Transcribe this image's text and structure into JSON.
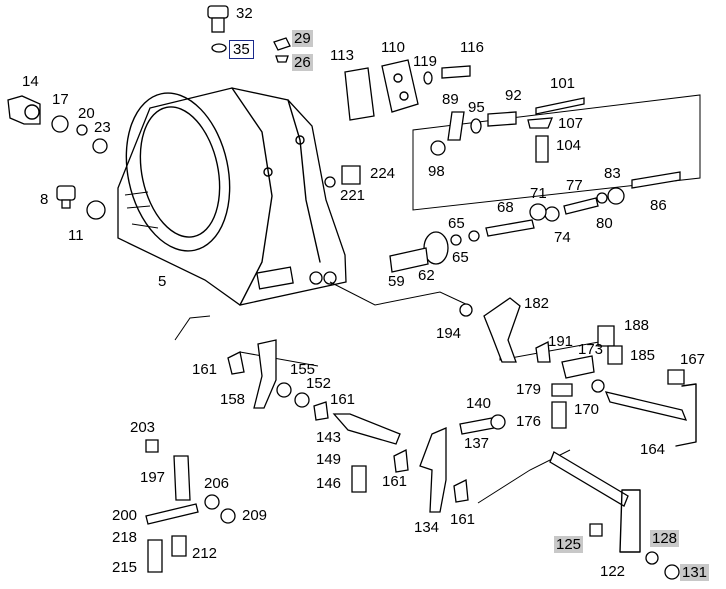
{
  "labels": [
    {
      "id": "32",
      "text": "32"
    },
    {
      "id": "35",
      "text": "35"
    },
    {
      "id": "29",
      "text": "29"
    },
    {
      "id": "26",
      "text": "26"
    },
    {
      "id": "113",
      "text": "113"
    },
    {
      "id": "110",
      "text": "110"
    },
    {
      "id": "116",
      "text": "116"
    },
    {
      "id": "119",
      "text": "119"
    },
    {
      "id": "14",
      "text": "14"
    },
    {
      "id": "17",
      "text": "17"
    },
    {
      "id": "20",
      "text": "20"
    },
    {
      "id": "23",
      "text": "23"
    },
    {
      "id": "101",
      "text": "101"
    },
    {
      "id": "89",
      "text": "89"
    },
    {
      "id": "95",
      "text": "95"
    },
    {
      "id": "92",
      "text": "92"
    },
    {
      "id": "107",
      "text": "107"
    },
    {
      "id": "104",
      "text": "104"
    },
    {
      "id": "98",
      "text": "98"
    },
    {
      "id": "224",
      "text": "224"
    },
    {
      "id": "221",
      "text": "221"
    },
    {
      "id": "8",
      "text": "8"
    },
    {
      "id": "11",
      "text": "11"
    },
    {
      "id": "83",
      "text": "83"
    },
    {
      "id": "77",
      "text": "77"
    },
    {
      "id": "71",
      "text": "71"
    },
    {
      "id": "68",
      "text": "68"
    },
    {
      "id": "86",
      "text": "86"
    },
    {
      "id": "80",
      "text": "80"
    },
    {
      "id": "74",
      "text": "74"
    },
    {
      "id": "65a",
      "text": "65"
    },
    {
      "id": "65b",
      "text": "65"
    },
    {
      "id": "62",
      "text": "62"
    },
    {
      "id": "59",
      "text": "59"
    },
    {
      "id": "5",
      "text": "5"
    },
    {
      "id": "182",
      "text": "182"
    },
    {
      "id": "194",
      "text": "194"
    },
    {
      "id": "188",
      "text": "188"
    },
    {
      "id": "191",
      "text": "191"
    },
    {
      "id": "173",
      "text": "173"
    },
    {
      "id": "185",
      "text": "185"
    },
    {
      "id": "167",
      "text": "167"
    },
    {
      "id": "161a",
      "text": "161"
    },
    {
      "id": "155",
      "text": "155"
    },
    {
      "id": "152",
      "text": "152"
    },
    {
      "id": "158",
      "text": "158"
    },
    {
      "id": "161b",
      "text": "161"
    },
    {
      "id": "179",
      "text": "179"
    },
    {
      "id": "170",
      "text": "170"
    },
    {
      "id": "140",
      "text": "140"
    },
    {
      "id": "176",
      "text": "176"
    },
    {
      "id": "137",
      "text": "137"
    },
    {
      "id": "143",
      "text": "143"
    },
    {
      "id": "164",
      "text": "164"
    },
    {
      "id": "203",
      "text": "203"
    },
    {
      "id": "149",
      "text": "149"
    },
    {
      "id": "146",
      "text": "146"
    },
    {
      "id": "161c",
      "text": "161"
    },
    {
      "id": "197",
      "text": "197"
    },
    {
      "id": "206",
      "text": "206"
    },
    {
      "id": "209",
      "text": "209"
    },
    {
      "id": "200",
      "text": "200"
    },
    {
      "id": "161d",
      "text": "161"
    },
    {
      "id": "134",
      "text": "134"
    },
    {
      "id": "218",
      "text": "218"
    },
    {
      "id": "212",
      "text": "212"
    },
    {
      "id": "125",
      "text": "125"
    },
    {
      "id": "128",
      "text": "128"
    },
    {
      "id": "215",
      "text": "215"
    },
    {
      "id": "122",
      "text": "122"
    },
    {
      "id": "131",
      "text": "131"
    }
  ]
}
